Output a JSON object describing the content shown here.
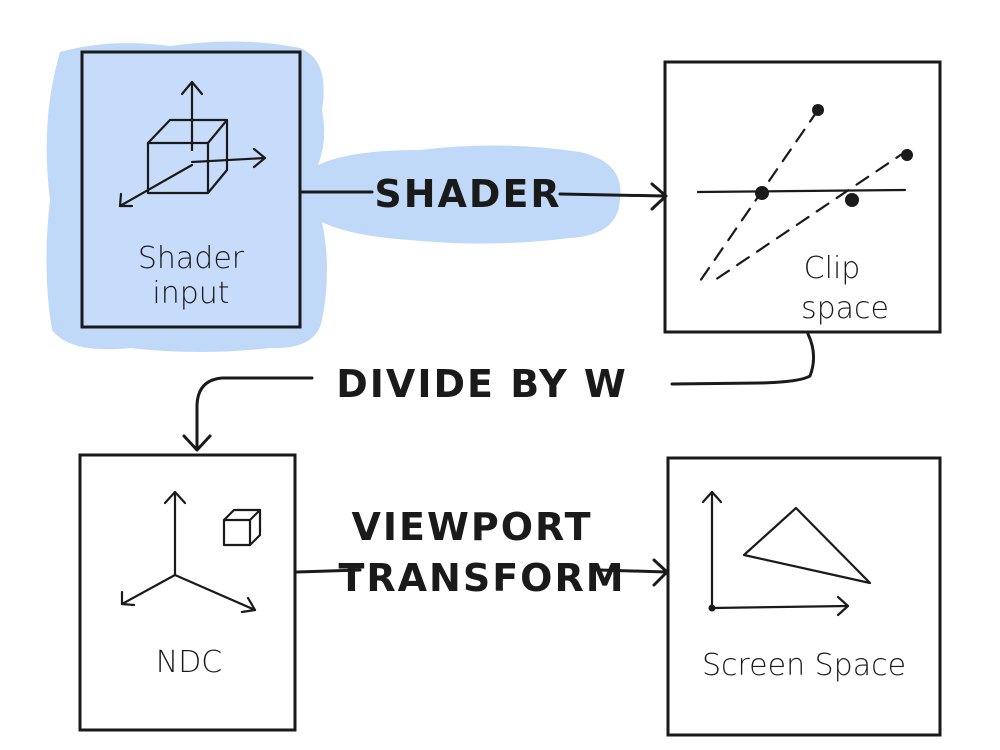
{
  "nodes": {
    "shader_input": {
      "line1": "Shader",
      "line2": "input"
    },
    "clip_space": {
      "line1": "Clip",
      "line2": "space"
    },
    "ndc": {
      "label": "NDC"
    },
    "screen_space": {
      "label": "Screen Space"
    }
  },
  "edges": {
    "shader": {
      "label": "SHADER"
    },
    "divide": {
      "label": "DIVIDE BY W"
    },
    "viewport": {
      "line1": "VIEWPORT",
      "line2": "TRANSFORM"
    }
  },
  "colors": {
    "highlight": "#c0d9f9",
    "ink": "#1a1a1a"
  }
}
